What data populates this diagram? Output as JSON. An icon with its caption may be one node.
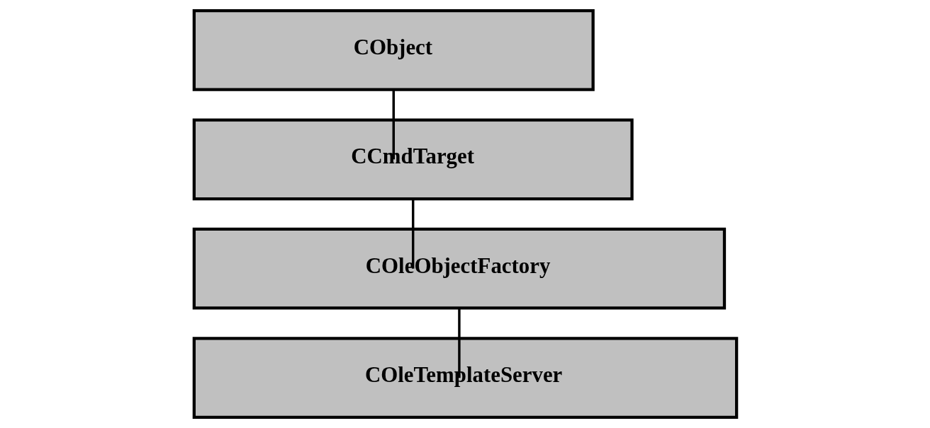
{
  "diagram": {
    "nodes": [
      {
        "text": [
          "CObject"
        ]
      },
      {
        "text": [
          "CCmdTarget"
        ]
      },
      {
        "text": [
          "COleObjectFactory"
        ]
      },
      {
        "text": [
          "COleTemplateServer"
        ]
      }
    ],
    "edges": [
      {
        "from": 0,
        "to": 1,
        "arrow": "none"
      },
      {
        "from": 1,
        "to": 2,
        "arrow": "none"
      },
      {
        "from": 2,
        "to": 3,
        "arrow": "none"
      }
    ]
  }
}
